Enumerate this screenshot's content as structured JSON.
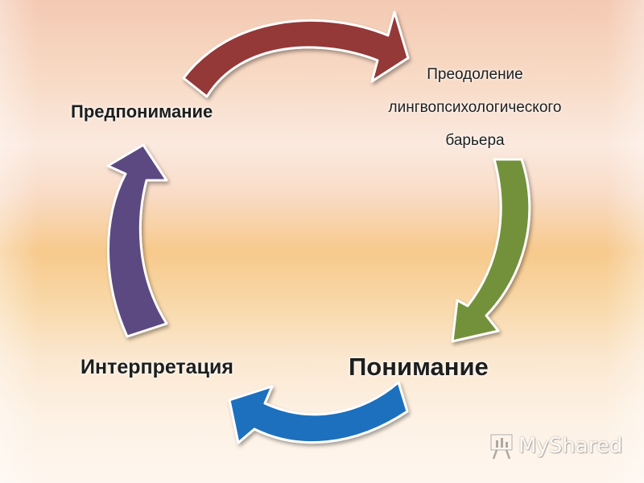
{
  "nodes": {
    "top_right": {
      "lines": [
        "Преодоление",
        "лингвопсихологического",
        "барьера"
      ]
    },
    "top_left": "Предпонимание",
    "bottom_right": "Понимание",
    "bottom_left": "Интерпретация"
  },
  "arrows": [
    {
      "from": "Предпонимание",
      "to": "Преодоление лингвопсихологического барьера",
      "color": "#943838"
    },
    {
      "from": "Преодоление лингвопсихологического барьера",
      "to": "Понимание",
      "color": "#73913a"
    },
    {
      "from": "Понимание",
      "to": "Интерпретация",
      "color": "#1b6fbe"
    },
    {
      "from": "Интерпретация",
      "to": "Предпонимание",
      "color": "#5b4a82"
    }
  ],
  "watermark": {
    "text": "MyShared",
    "icon": "presentation-board-icon"
  }
}
